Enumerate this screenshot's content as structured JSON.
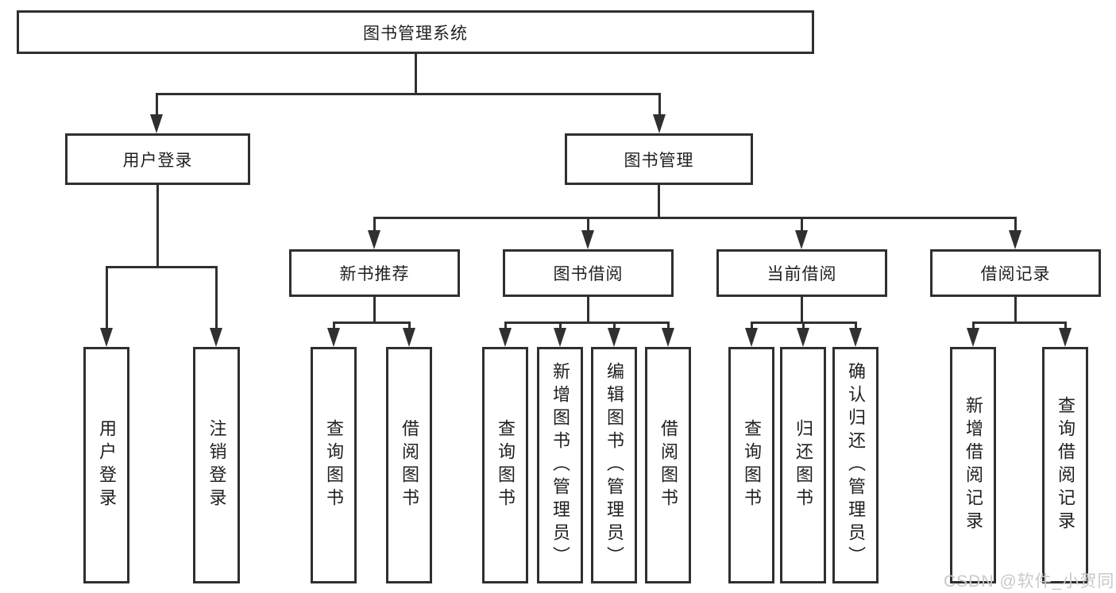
{
  "root": {
    "label": "图书管理系统"
  },
  "branches": {
    "user_login": {
      "label": "用户登录"
    },
    "book_management": {
      "label": "图书管理"
    }
  },
  "modules": {
    "new_book_recommend": {
      "label": "新书推荐"
    },
    "book_borrow": {
      "label": "图书借阅"
    },
    "current_borrow": {
      "label": "当前借阅"
    },
    "borrow_record": {
      "label": "借阅记录"
    }
  },
  "functions": {
    "login": {
      "label": "用户登录"
    },
    "logout": {
      "label": "注销登录"
    },
    "recommend_query_book": {
      "label": "查询图书"
    },
    "recommend_borrow_book": {
      "label": "借阅图书"
    },
    "borrow_query_book": {
      "label": "查询图书"
    },
    "borrow_add_book": {
      "label": "新增图书（管理员）"
    },
    "borrow_edit_book": {
      "label": "编辑图书（管理员）"
    },
    "borrow_borrow_book": {
      "label": "借阅图书"
    },
    "current_query_book": {
      "label": "查询图书"
    },
    "current_return_book": {
      "label": "归还图书"
    },
    "current_confirm_return": {
      "label": "确认归还（管理员）"
    },
    "record_add_record": {
      "label": "新增借阅记录"
    },
    "record_query_record": {
      "label": "查询借阅记录"
    }
  },
  "watermark": {
    "text": "CSDN @软件_小贺同学"
  },
  "colors": {
    "line": "#303030",
    "border": "#2f2f2f",
    "text": "#1f1f1f",
    "watermark": "#c9c9c9",
    "background": "#ffffff"
  }
}
